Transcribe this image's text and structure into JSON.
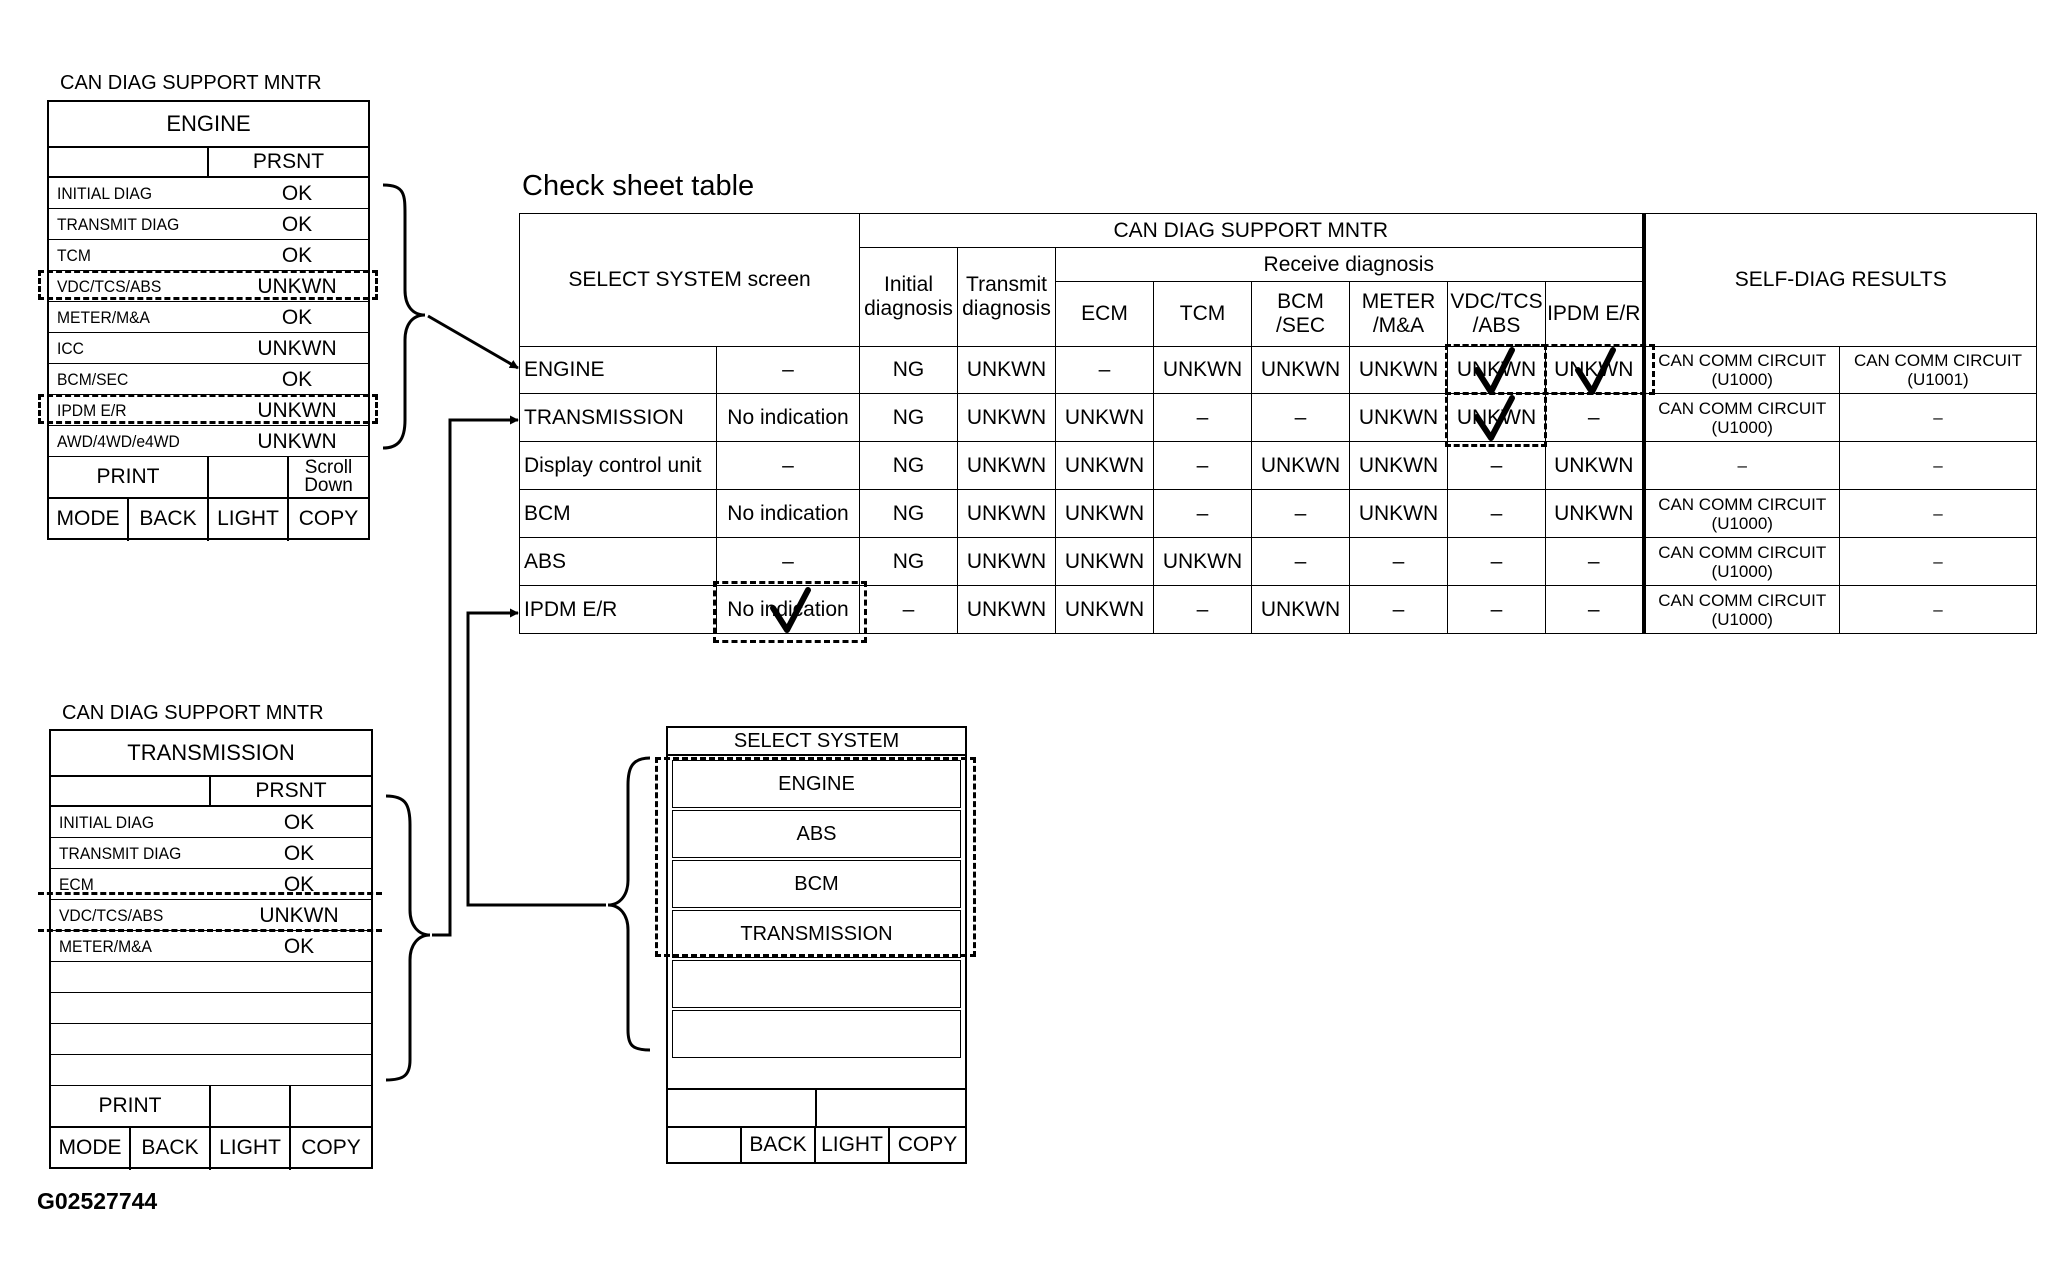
{
  "engine_panel": {
    "title": "CAN DIAG SUPPORT MNTR",
    "header": "ENGINE",
    "col_header": "PRSNT",
    "rows": [
      {
        "label": "INITIAL DIAG",
        "value": "OK"
      },
      {
        "label": "TRANSMIT DIAG",
        "value": "OK"
      },
      {
        "label": "TCM",
        "value": "OK"
      },
      {
        "label": "VDC/TCS/ABS",
        "value": "UNKWN"
      },
      {
        "label": "METER/M&A",
        "value": "OK"
      },
      {
        "label": "ICC",
        "value": "UNKWN"
      },
      {
        "label": "BCM/SEC",
        "value": "OK"
      },
      {
        "label": "IPDM E/R",
        "value": "UNKWN"
      },
      {
        "label": "AWD/4WD/e4WD",
        "value": "UNKWN"
      }
    ],
    "print": "PRINT",
    "scroll": "Scroll Down",
    "buttons": [
      "MODE",
      "BACK",
      "LIGHT",
      "COPY"
    ]
  },
  "trans_panel": {
    "title": "CAN DIAG SUPPORT MNTR",
    "header": "TRANSMISSION",
    "col_header": "PRSNT",
    "rows": [
      {
        "label": "INITIAL DIAG",
        "value": "OK"
      },
      {
        "label": "TRANSMIT DIAG",
        "value": "OK"
      },
      {
        "label": "ECM",
        "value": "OK"
      },
      {
        "label": "VDC/TCS/ABS",
        "value": "UNKWN"
      },
      {
        "label": "METER/M&A",
        "value": "OK"
      }
    ],
    "print": "PRINT",
    "buttons": [
      "MODE",
      "BACK",
      "LIGHT",
      "COPY"
    ]
  },
  "check_sheet": {
    "title": "Check sheet table",
    "select_system_header": "SELECT SYSTEM screen",
    "can_diag_header": "CAN DIAG SUPPORT MNTR",
    "initial_header": "Initial diagnosis",
    "transmit_header": "Transmit diagnosis",
    "receive_header": "Receive diagnosis",
    "self_diag_header": "SELF-DIAG RESULTS",
    "receive_cols": [
      "ECM",
      "TCM",
      "BCM /SEC",
      "METER /M&A",
      "VDC/TCS /ABS",
      "IPDM E/R"
    ],
    "rows": [
      {
        "system": "ENGINE",
        "screen": "–",
        "initial": "NG",
        "transmit": "UNKWN",
        "receive": [
          "–",
          "UNKWN",
          "UNKWN",
          "UNKWN",
          "UNKWN",
          "UNKWN"
        ],
        "self1": "CAN COMM CIRCUIT (U1000)",
        "self2": "CAN COMM CIRCUIT (U1001)"
      },
      {
        "system": "TRANSMISSION",
        "screen": "No indication",
        "initial": "NG",
        "transmit": "UNKWN",
        "receive": [
          "UNKWN",
          "–",
          "–",
          "UNKWN",
          "UNKWN",
          "–"
        ],
        "self1": "CAN COMM CIRCUIT (U1000)",
        "self2": "–"
      },
      {
        "system": "Display control unit",
        "screen": "–",
        "initial": "NG",
        "transmit": "UNKWN",
        "receive": [
          "UNKWN",
          "–",
          "UNKWN",
          "UNKWN",
          "–",
          "UNKWN"
        ],
        "self1": "–",
        "self2": "–"
      },
      {
        "system": "BCM",
        "screen": "No indication",
        "initial": "NG",
        "transmit": "UNKWN",
        "receive": [
          "UNKWN",
          "–",
          "–",
          "UNKWN",
          "–",
          "UNKWN"
        ],
        "self1": "CAN COMM CIRCUIT (U1000)",
        "self2": "–"
      },
      {
        "system": "ABS",
        "screen": "–",
        "initial": "NG",
        "transmit": "UNKWN",
        "receive": [
          "UNKWN",
          "UNKWN",
          "–",
          "–",
          "–",
          "–"
        ],
        "self1": "CAN COMM CIRCUIT (U1000)",
        "self2": "–"
      },
      {
        "system": "IPDM E/R",
        "screen": "No indication",
        "initial": "–",
        "transmit": "UNKWN",
        "receive": [
          "UNKWN",
          "–",
          "UNKWN",
          "–",
          "–",
          "–"
        ],
        "self1": "CAN COMM CIRCUIT (U1000)",
        "self2": "–"
      }
    ]
  },
  "select_panel": {
    "title": "SELECT SYSTEM",
    "items": [
      "ENGINE",
      "ABS",
      "BCM",
      "TRANSMISSION"
    ],
    "buttons": [
      "",
      "BACK",
      "LIGHT",
      "COPY"
    ]
  },
  "figure_id": "G02527744"
}
